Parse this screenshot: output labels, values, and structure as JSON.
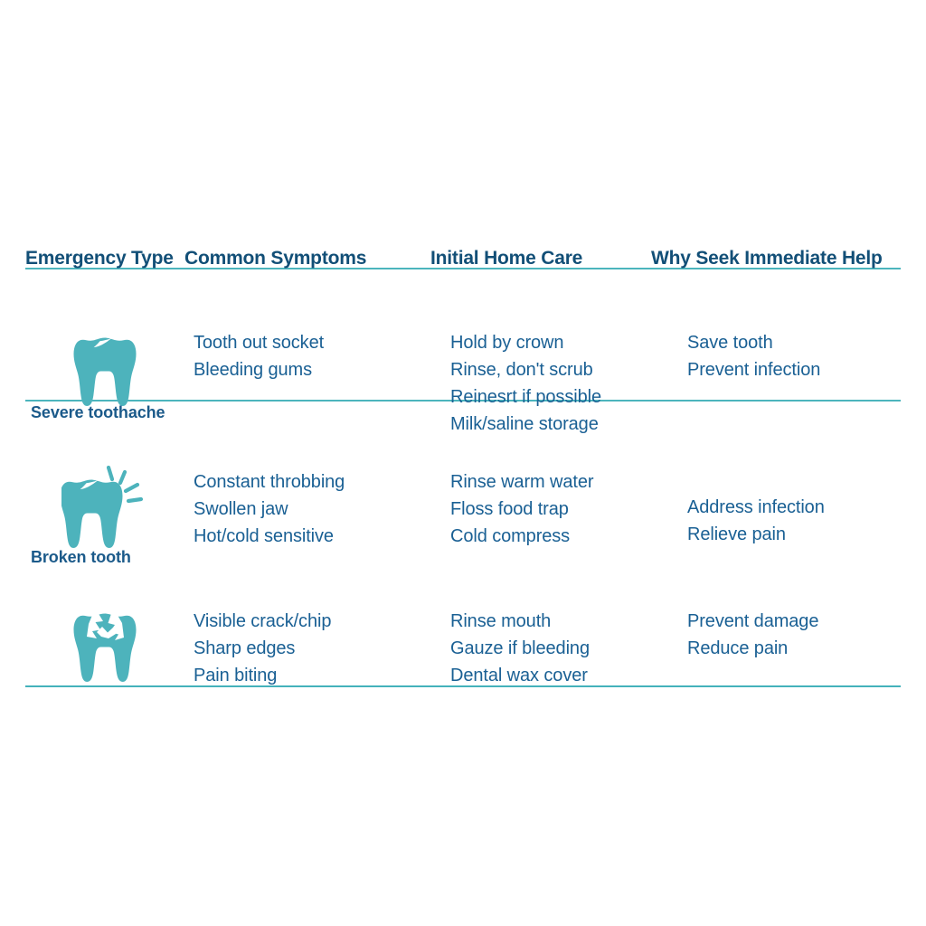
{
  "table": {
    "columns": [
      "Emergency Type",
      "Common Symptoms",
      "Initial Home Care",
      "Why Seek Immediate Help"
    ],
    "accent_color": "#4DB3BC",
    "header_color": "#124F77",
    "body_text_color": "#1A6094",
    "rows": [
      {
        "label": "",
        "icon": "tooth-icon",
        "symptoms": [
          "Tooth out socket",
          "Bleeding gums"
        ],
        "home_care": [
          "Hold by crown",
          "Rinse, don't scrub",
          "Reinesrt if possible",
          "Milk/saline storage"
        ],
        "why_help": [
          "Save tooth",
          "Prevent infection"
        ]
      },
      {
        "label": "Severe toothache",
        "icon": "tooth-pain-icon",
        "symptoms": [
          "Constant throbbing",
          "Swollen jaw",
          "Hot/cold sensitive"
        ],
        "home_care": [
          "Rinse warm water",
          "Floss food trap",
          "Cold compress"
        ],
        "why_help": [
          "Address infection",
          "Relieve pain"
        ]
      },
      {
        "label": "Broken tooth",
        "icon": "tooth-broken-icon",
        "symptoms": [
          "Visible crack/chip",
          "Sharp edges",
          "Pain biting"
        ],
        "home_care": [
          "Rinse mouth",
          "Gauze if bleeding",
          "Dental wax cover"
        ],
        "why_help": [
          "Prevent damage",
          "Reduce pain"
        ]
      }
    ]
  }
}
